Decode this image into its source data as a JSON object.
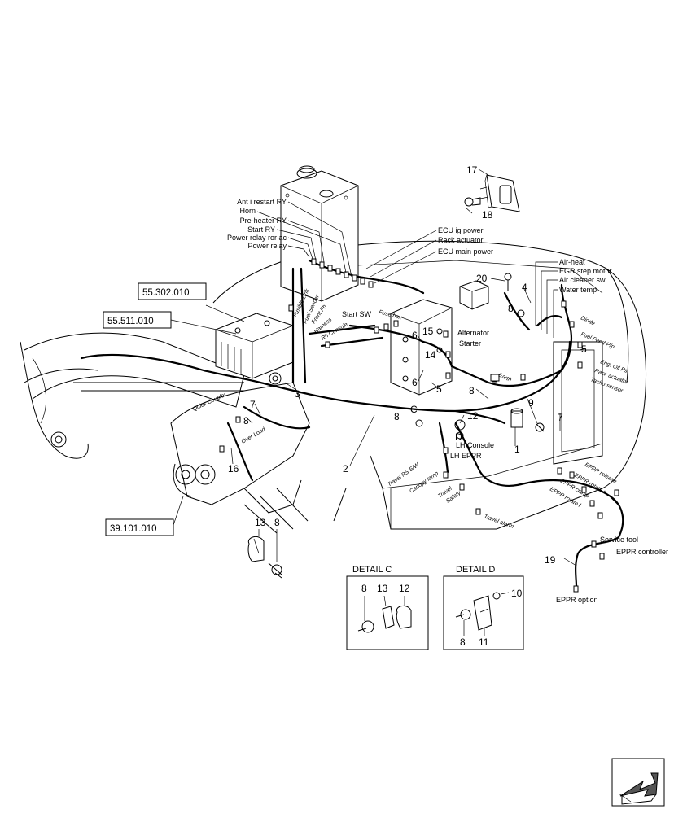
{
  "references": [
    "55.302.010",
    "55.511.010",
    "39.101.010"
  ],
  "top_labels": [
    "Ant i restart RY",
    "Horn",
    "Pre-heater RY",
    "Start RY",
    "Power relay ror ac",
    "Power relay"
  ],
  "ecu_labels": [
    "ECU ig power",
    "Rack actuator",
    "ECU main power"
  ],
  "right_labels": [
    "Air-heat",
    "EGR step motor",
    "Air cleaner sw",
    "Water temp"
  ],
  "right_side_labels": [
    "Diode",
    "Fuel Feed P/p",
    "Eng. Oil Ps",
    "Rack actuator",
    "Tacho sensor"
  ],
  "middle_labels": [
    "Start SW",
    "Alternator",
    "Starter",
    "LH Console",
    "LH EPPR",
    "Service tool",
    "EPPR controller",
    "EPPR option"
  ],
  "small_italic_labels": [
    "Fusible Link",
    "Fuel Sender",
    "Front Fh",
    "Harness",
    "Rh Console",
    "Fuse box",
    "Quick Coupler",
    "Over Load",
    "Travel PS S/W",
    "Canopy lamp",
    "Travel",
    "Safety",
    "Travel alarm",
    "EPPR release",
    "EPPR rotate r",
    "EPPR clamp",
    "EPPR rotate l",
    "Earth"
  ],
  "part_numbers": [
    "1",
    "2",
    "3",
    "4",
    "5",
    "6",
    "7",
    "8",
    "9",
    "10",
    "11",
    "12",
    "13",
    "14",
    "15",
    "16",
    "17",
    "18",
    "19",
    "20"
  ],
  "marker_letters": [
    "C",
    "D"
  ],
  "detail_c": {
    "title": "DETAIL C",
    "numbers": [
      "8",
      "13",
      "12"
    ]
  },
  "detail_d": {
    "title": "DETAIL D",
    "numbers": [
      "10",
      "8",
      "11"
    ]
  },
  "nav_icon": "arrow-navigation-icon"
}
